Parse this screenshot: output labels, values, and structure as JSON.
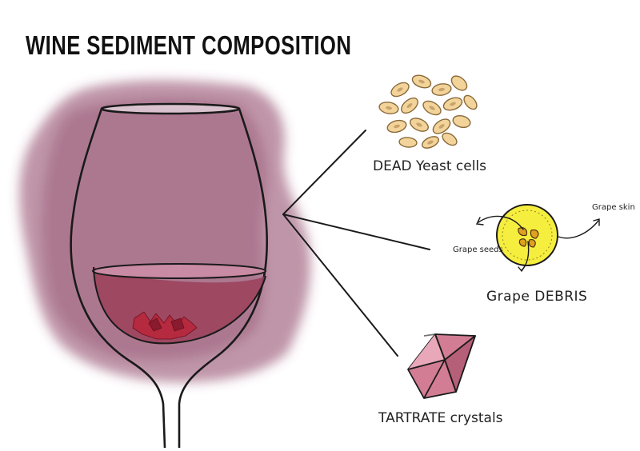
{
  "title": "WINE SEDIMENT COMPOSITION",
  "labels": {
    "dead_yeast": "DEAD Yeast cells",
    "grape_debris": "Grape DEBRIS",
    "grape_skin": "Grape skin",
    "grape_seeds": "Grape seeds",
    "tartrate": "TARTRATE crystals"
  },
  "colors": {
    "stain": "#8a3f62",
    "wine": "#9b3f5b",
    "sediment": "#b52a3e",
    "yeast": "#f2d49b",
    "debris_fill": "#f6ee3e",
    "crystal": "#d27d93",
    "ink": "#1a1a1a"
  }
}
